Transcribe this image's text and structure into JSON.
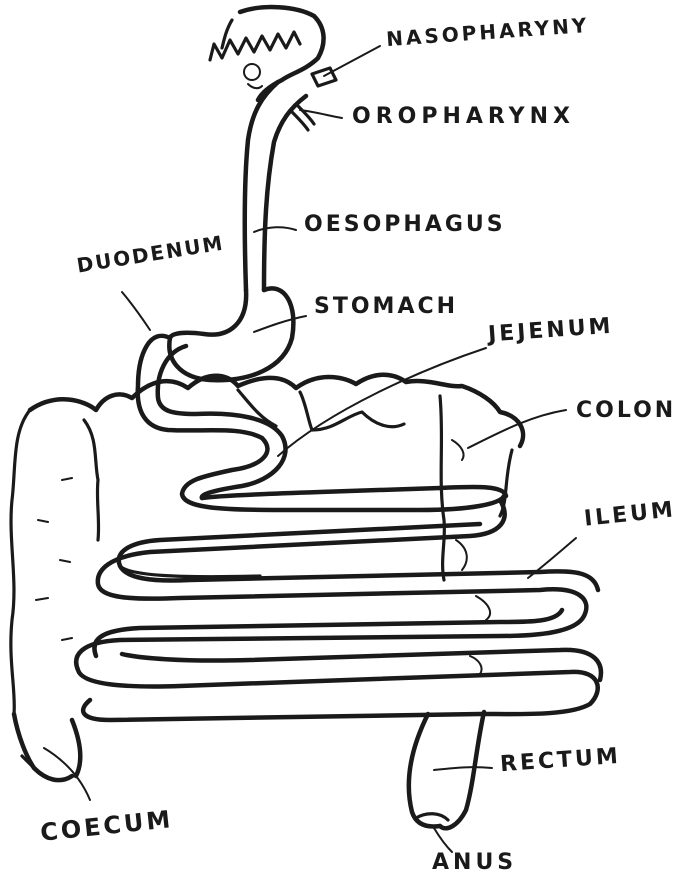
{
  "labels": {
    "nasopharynx": "NASOPHARYNY",
    "oropharynx": "OROPHARYNX",
    "oesophagus": "OESOPHAGUS",
    "duodenum": "DUODENUM",
    "stomach": "STOMACH",
    "jejenum": "JEJENUM",
    "colon": "COLON",
    "ileum": "ILEUM",
    "rectum": "RECTUM",
    "coecum": "COECUM",
    "anus": "ANUS"
  },
  "colors": {
    "ink": "#1a1a1a",
    "paper": "#ffffff"
  }
}
